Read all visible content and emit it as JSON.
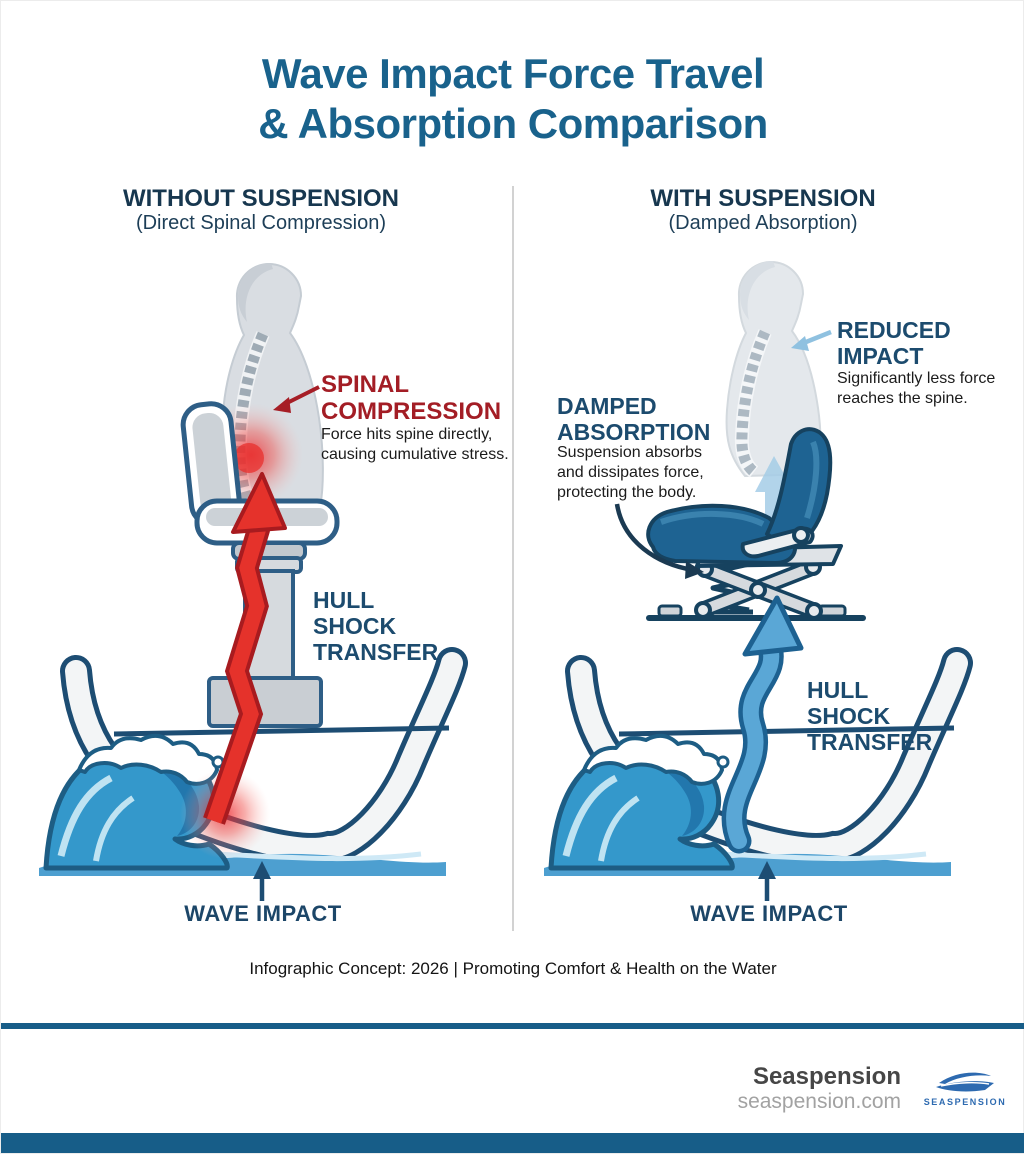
{
  "title": {
    "line1": "Wave Impact Force Travel",
    "line2": "& Absorption Comparison"
  },
  "left_panel": {
    "heading": "WITHOUT SUSPENSION",
    "subheading": "(Direct Spinal Compression)",
    "spinal_label": "SPINAL COMPRESSION",
    "spinal_desc": "Force hits spine directly, causing cumulative stress.",
    "hull_label": "HULL SHOCK TRANSFER",
    "wave_label": "WAVE IMPACT"
  },
  "right_panel": {
    "heading": "WITH SUSPENSION",
    "subheading": "(Damped Absorption)",
    "damped_label": "DAMPED ABSORPTION",
    "damped_desc": "Suspension absorbs and dissipates force, protecting the body.",
    "reduced_label": "REDUCED IMPACT",
    "reduced_desc": "Significantly less force reaches the spine.",
    "hull_label": "HULL SHOCK TRANSFER",
    "wave_label": "WAVE IMPACT"
  },
  "footer": {
    "concept": "Infographic Concept: 2026 | Promoting Comfort & Health on the Water",
    "brand_name": "Seaspension",
    "brand_url": "seaspension.com",
    "logo_text": "SEASPENSION"
  },
  "colors": {
    "title_blue": "#19628c",
    "heading_navy": "#17374f",
    "label_navy": "#1c4b6e",
    "alert_red": "#a31d25",
    "arrow_red": "#e5322b",
    "arrow_blue": "#4d9dcd",
    "seat_blue": "#1e6392",
    "hull_outline": "#1d4d73",
    "wave_blue": "#3498cb",
    "accent_bar": "#175d88"
  }
}
